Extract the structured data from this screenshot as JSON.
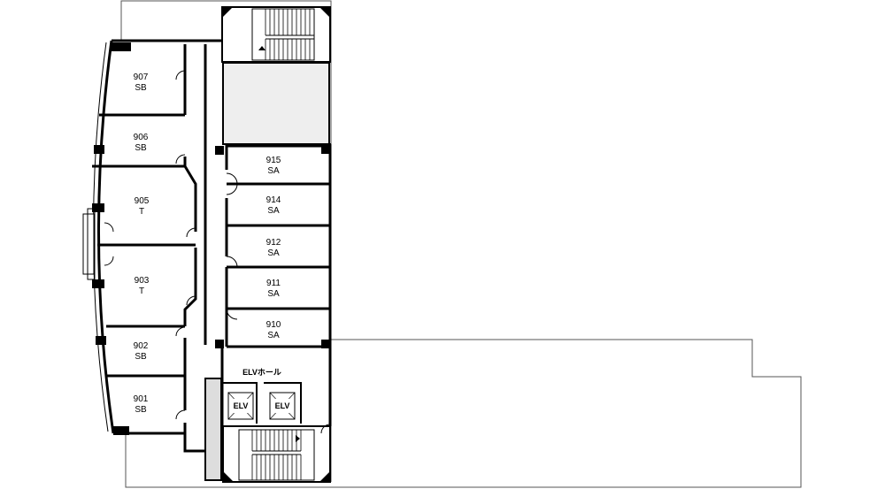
{
  "rooms": [
    {
      "id": "room-907",
      "number": "907",
      "type": "SB"
    },
    {
      "id": "room-906",
      "number": "906",
      "type": "SB"
    },
    {
      "id": "room-905",
      "number": "905",
      "type": "T"
    },
    {
      "id": "room-903",
      "number": "903",
      "type": "T"
    },
    {
      "id": "room-902",
      "number": "902",
      "type": "SB"
    },
    {
      "id": "room-901",
      "number": "901",
      "type": "SB"
    },
    {
      "id": "room-915",
      "number": "915",
      "type": "SA"
    },
    {
      "id": "room-914",
      "number": "914",
      "type": "SA"
    },
    {
      "id": "room-912",
      "number": "912",
      "type": "SA"
    },
    {
      "id": "room-911",
      "number": "911",
      "type": "SA"
    },
    {
      "id": "room-910",
      "number": "910",
      "type": "SA"
    }
  ],
  "elevator_hall": {
    "label": "ELVホール"
  },
  "elevators": [
    {
      "label": "ELV"
    },
    {
      "label": "ELV"
    }
  ],
  "colors": {
    "wall": "#000000",
    "void": "#eeeeee",
    "outline": "#555555"
  }
}
